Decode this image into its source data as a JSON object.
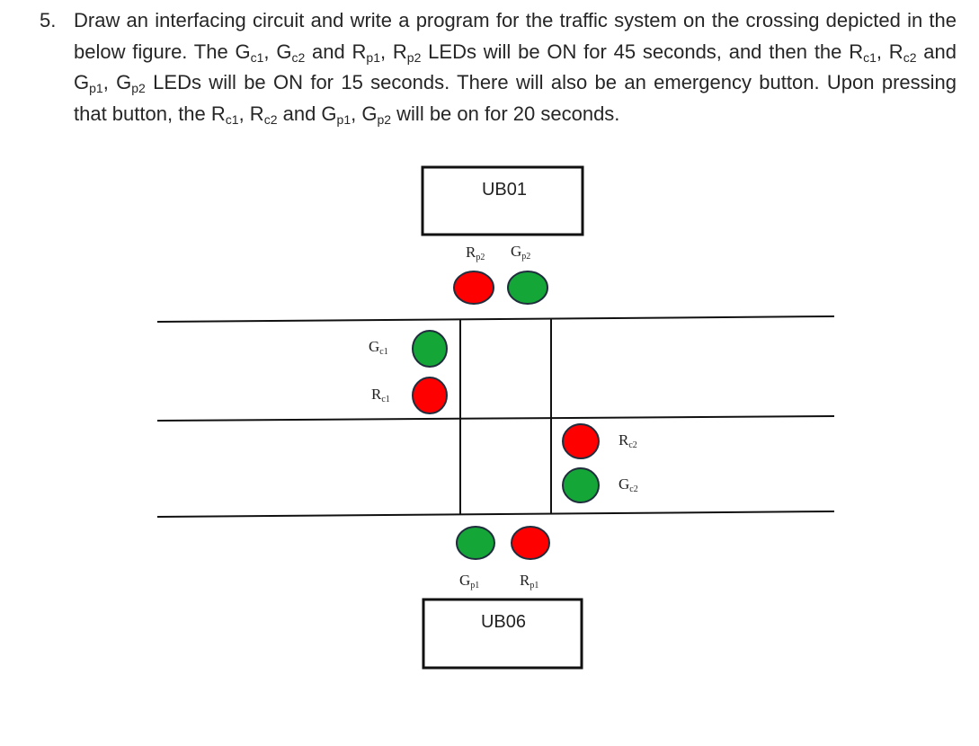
{
  "question": {
    "number": "5.",
    "segments": [
      {
        "t": "Draw an interfacing circuit and write a program for the traffic system on the crossing depicted in the below figure. The G"
      },
      {
        "s": "c1"
      },
      {
        "t": ", G"
      },
      {
        "s": "c2"
      },
      {
        "t": " and R"
      },
      {
        "s": "p1"
      },
      {
        "t": ", R"
      },
      {
        "s": "p2"
      },
      {
        "t": " LEDs will be ON for 45 seconds, and then the R"
      },
      {
        "s": "c1"
      },
      {
        "t": ", R"
      },
      {
        "s": "c2"
      },
      {
        "t": " and G"
      },
      {
        "s": "p1"
      },
      {
        "t": ", G"
      },
      {
        "s": "p2"
      },
      {
        "t": " LEDs will be ON for 15 seconds. There will also be an emergency button. Upon pressing that button, the R"
      },
      {
        "s": "c1"
      },
      {
        "t": ", R"
      },
      {
        "s": "c2"
      },
      {
        "t": " and G"
      },
      {
        "s": "p1"
      },
      {
        "t": ", G"
      },
      {
        "s": "p2"
      },
      {
        "t": " will be on for 20 seconds."
      }
    ]
  },
  "diagram": {
    "top_box_label": "UB01",
    "bottom_box_label": "UB06",
    "labels": {
      "rp2": {
        "main": "R",
        "sub": "p2"
      },
      "gp2": {
        "main": "G",
        "sub": "p2"
      },
      "gc1": {
        "main": "G",
        "sub": "c1"
      },
      "rc1": {
        "main": "R",
        "sub": "c1"
      },
      "rc2": {
        "main": "R",
        "sub": "c2"
      },
      "gc2": {
        "main": "G",
        "sub": "c2"
      },
      "gp1": {
        "main": "G",
        "sub": "p1"
      },
      "rp1": {
        "main": "R",
        "sub": "p1"
      }
    },
    "colors": {
      "red_led": "#ff0000",
      "green_led": "#14a637",
      "outline": "#1f2d3d"
    }
  }
}
